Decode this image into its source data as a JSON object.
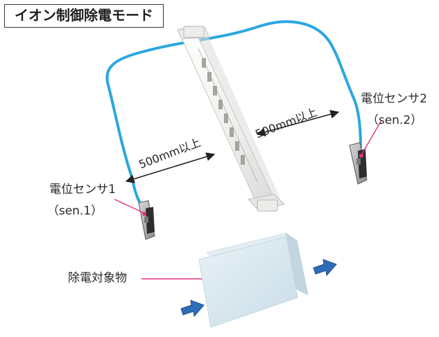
{
  "title": "イオン制御除電モード",
  "sensors": [
    {
      "name": "電位センサ1",
      "code": "（sen.1）"
    },
    {
      "name": "電位センサ2",
      "code": "（sen.2）"
    }
  ],
  "distances": [
    {
      "label": "500mm以上"
    },
    {
      "label": "500mm以上"
    }
  ],
  "target": {
    "label": "除電対象物"
  },
  "colors": {
    "cable": "#2aa7e0",
    "leader": "#e0317e",
    "arrow": "#2e6db8",
    "bar_light": "#f5f5f2",
    "bar_shadow": "#d5d8d8",
    "target_fill": "#d7e8ef"
  }
}
